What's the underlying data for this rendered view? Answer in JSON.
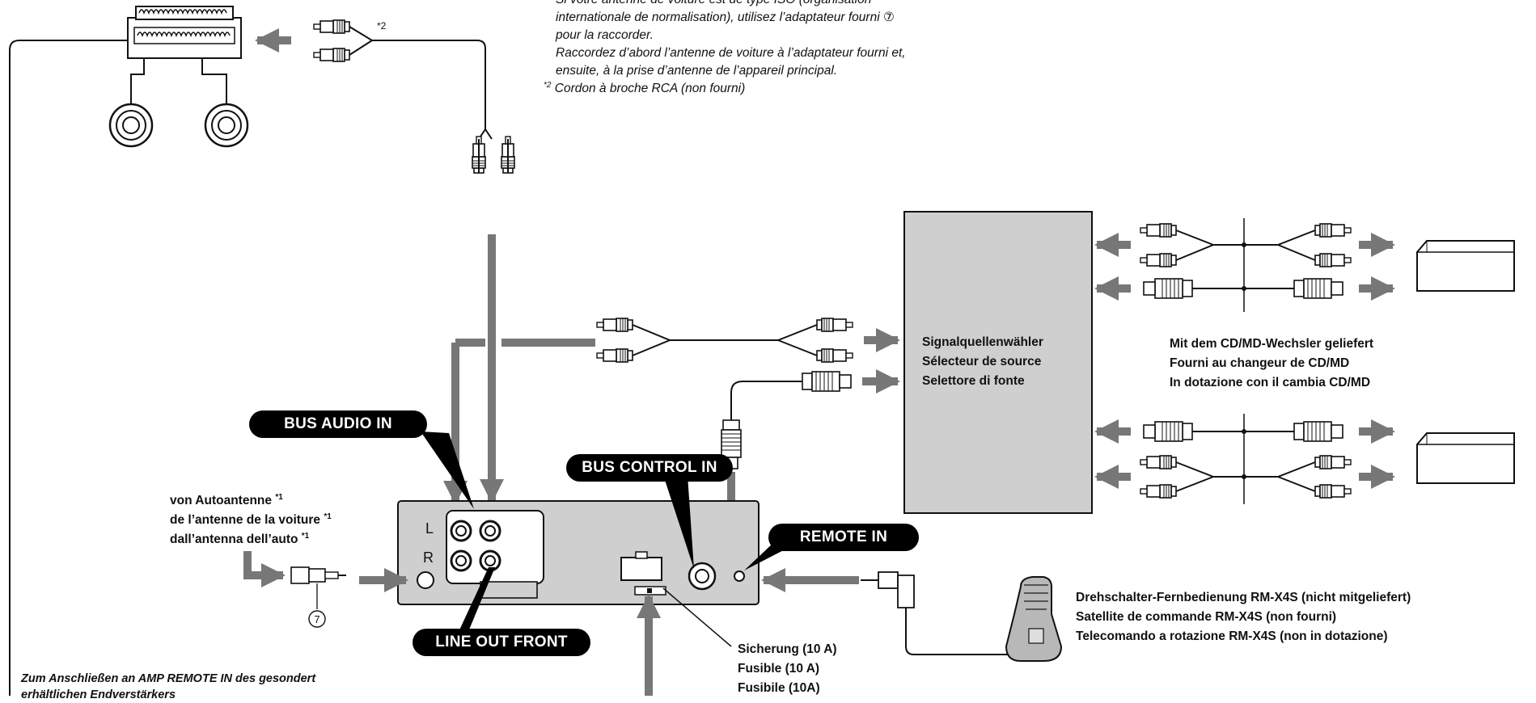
{
  "top_notes": {
    "iso_line1": "Si votre antenne de voiture est de type ISO (organisation",
    "iso_line2": "internationale de normalisation), utilisez l’adaptateur fourni ⑦",
    "iso_line3": "pour la raccorder.",
    "iso_line4": "Raccordez d’abord l’antenne de voiture à l’adaptateur fourni et,",
    "iso_line5": "ensuite, à la prise d’antenne de l’appareil principal.",
    "rca_mark": "*2",
    "rca_note": "Cordon à broche RCA (non fourni)",
    "amp_cord_mark": "*2"
  },
  "labels": {
    "bus_audio_in": "BUS AUDIO IN",
    "line_out_front": "LINE OUT FRONT",
    "bus_control_in": "BUS CONTROL IN",
    "remote_in": "REMOTE IN",
    "channel_l": "L",
    "channel_r": "R"
  },
  "source_selector": {
    "line1": "Signalquellenwähler",
    "line2": "Sélecteur de source",
    "line3": "Selettore di fonte"
  },
  "changer_supplied": {
    "line1": "Mit dem CD/MD-Wechsler geliefert",
    "line2": "Fourni au changeur de CD/MD",
    "line3": "In dotazione con il cambia CD/MD"
  },
  "antenna": {
    "line1": "von Autoantenne",
    "line2": "de l’antenne de la voiture",
    "line3": "dall’antenna dell’auto",
    "mark": "*1",
    "adapter_number": "⑦"
  },
  "fuse": {
    "line1": "Sicherung (10 A)",
    "line2": "Fusible (10 A)",
    "line3": "Fusibile (10A)"
  },
  "remote": {
    "line1": "Drehschalter-Fernbedienung RM-X4S (nicht mitgeliefert)",
    "line2": "Satellite de commande RM-X4S (non fourni)",
    "line3": "Telecomando a rotazione RM-X4S (non in dotazione)"
  },
  "bottom_note": {
    "line1": "Zum Anschließen an AMP REMOTE IN des gesondert",
    "line2": "erhältlichen Endverstärkers"
  }
}
